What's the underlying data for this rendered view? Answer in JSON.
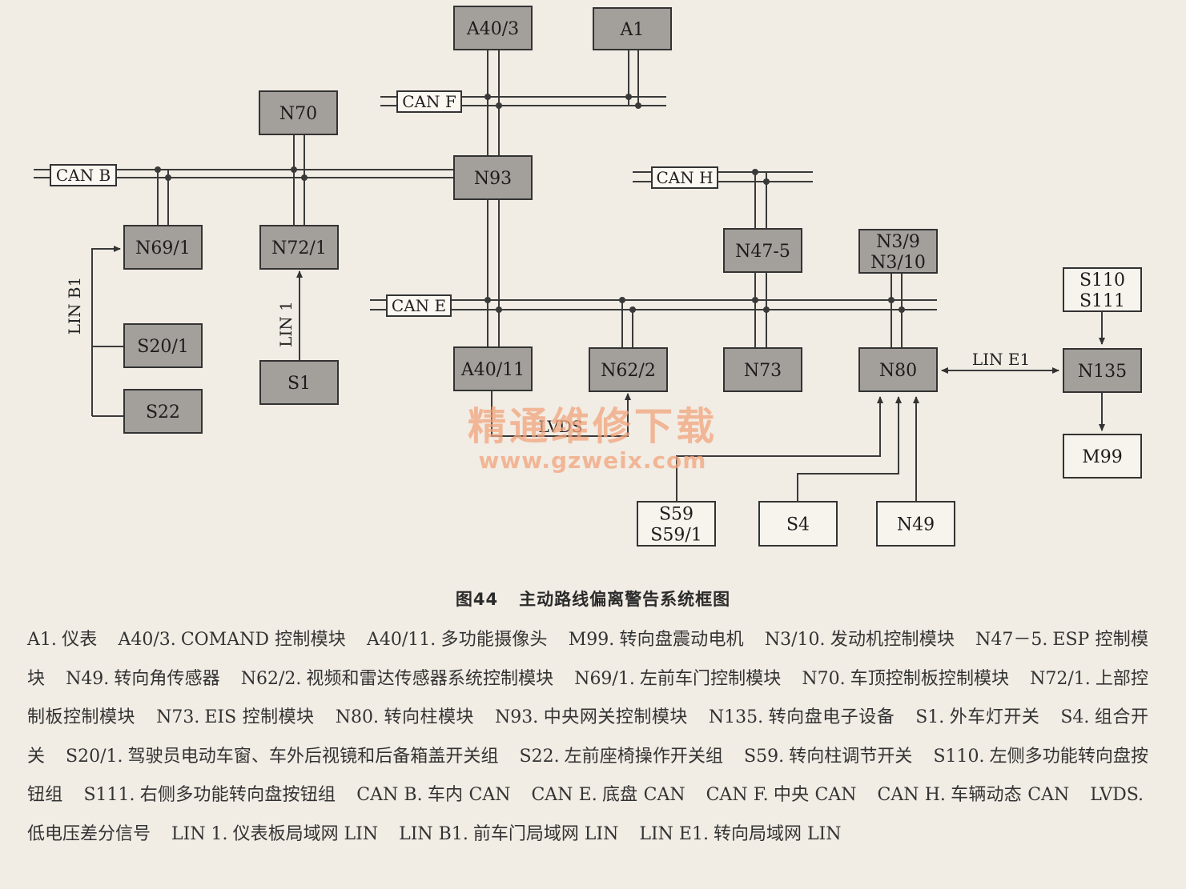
{
  "diagram": {
    "modules": [
      {
        "id": "A40/3",
        "label": "A40/3",
        "style": "shaded"
      },
      {
        "id": "A1",
        "label": "A1",
        "style": "shaded"
      },
      {
        "id": "N70",
        "label": "N70",
        "style": "shaded"
      },
      {
        "id": "N93",
        "label": "N93",
        "style": "shaded"
      },
      {
        "id": "N69/1",
        "label": "N69/1",
        "style": "shaded"
      },
      {
        "id": "N72/1",
        "label": "N72/1",
        "style": "shaded"
      },
      {
        "id": "N47-5",
        "label": "N47-5",
        "style": "shaded"
      },
      {
        "id": "N3/9",
        "label": "N3/9\nN3/10",
        "style": "shaded"
      },
      {
        "id": "S20/1",
        "label": "S20/1",
        "style": "shaded"
      },
      {
        "id": "S22",
        "label": "S22",
        "style": "shaded"
      },
      {
        "id": "S1",
        "label": "S1",
        "style": "shaded"
      },
      {
        "id": "A40/11",
        "label": "A40/11",
        "style": "shaded"
      },
      {
        "id": "N62/2",
        "label": "N62/2",
        "style": "shaded"
      },
      {
        "id": "N73",
        "label": "N73",
        "style": "shaded"
      },
      {
        "id": "N80",
        "label": "N80",
        "style": "shaded"
      },
      {
        "id": "N135",
        "label": "N135",
        "style": "shaded"
      },
      {
        "id": "S110",
        "label": "S110\nS111",
        "style": "plain"
      },
      {
        "id": "M99",
        "label": "M99",
        "style": "plain"
      },
      {
        "id": "S59",
        "label": "S59\nS59/1",
        "style": "plain"
      },
      {
        "id": "S4",
        "label": "S4",
        "style": "plain"
      },
      {
        "id": "N49",
        "label": "N49",
        "style": "plain"
      }
    ],
    "buses": [
      {
        "id": "canF",
        "label": "CAN F"
      },
      {
        "id": "canB",
        "label": "CAN B"
      },
      {
        "id": "canH",
        "label": "CAN H"
      },
      {
        "id": "canE",
        "label": "CAN E"
      }
    ],
    "links": [
      {
        "id": "linB1",
        "label": "LIN B1"
      },
      {
        "id": "lin1",
        "label": "LIN 1"
      },
      {
        "id": "linE1",
        "label": "LIN E1"
      },
      {
        "id": "lvds",
        "label": "LVDS"
      }
    ]
  },
  "watermark": {
    "line1": "精通维修下载",
    "line2": "www.gzweix.com"
  },
  "figure": {
    "number": "图44",
    "title": "主动路线偏离警告系统框图"
  },
  "legend": [
    {
      "code": "A1.",
      "desc": "仪表"
    },
    {
      "code": "A40/3.",
      "desc": "COMAND 控制模块"
    },
    {
      "code": "A40/11.",
      "desc": "多功能摄像头"
    },
    {
      "code": "M99.",
      "desc": "转向盘震动电机"
    },
    {
      "code": "N3/10.",
      "desc": "发动机控制模块"
    },
    {
      "code": "N47－5.",
      "desc": "ESP 控制模块"
    },
    {
      "code": "N49.",
      "desc": "转向角传感器"
    },
    {
      "code": "N62/2.",
      "desc": "视频和雷达传感器系统控制模块"
    },
    {
      "code": "N69/1.",
      "desc": "左前车门控制模块"
    },
    {
      "code": "N70.",
      "desc": "车顶控制板控制模块"
    },
    {
      "code": "N72/1.",
      "desc": "上部控制板控制模块"
    },
    {
      "code": "N73.",
      "desc": "EIS 控制模块"
    },
    {
      "code": "N80.",
      "desc": "转向柱模块"
    },
    {
      "code": "N93.",
      "desc": "中央网关控制模块"
    },
    {
      "code": "N135.",
      "desc": "转向盘电子设备"
    },
    {
      "code": "S1.",
      "desc": "外车灯开关"
    },
    {
      "code": "S4.",
      "desc": "组合开关"
    },
    {
      "code": "S20/1.",
      "desc": "驾驶员电动车窗、车外后视镜和后备箱盖开关组"
    },
    {
      "code": "S22.",
      "desc": "左前座椅操作开关组"
    },
    {
      "code": "S59.",
      "desc": "转向柱调节开关"
    },
    {
      "code": "S110.",
      "desc": "左侧多功能转向盘按钮组"
    },
    {
      "code": "S111.",
      "desc": "右侧多功能转向盘按钮组"
    },
    {
      "code": "CAN B.",
      "desc": "车内 CAN"
    },
    {
      "code": "CAN E.",
      "desc": "底盘 CAN"
    },
    {
      "code": "CAN F.",
      "desc": "中央 CAN"
    },
    {
      "code": "CAN H.",
      "desc": "车辆动态 CAN"
    },
    {
      "code": "LVDS.",
      "desc": "低电压差分信号"
    },
    {
      "code": "LIN 1.",
      "desc": "仪表板局域网 LIN"
    },
    {
      "code": "LIN B1.",
      "desc": "前车门局域网 LIN"
    },
    {
      "code": "LIN E1.",
      "desc": "转向局域网 LIN"
    }
  ],
  "colors": {
    "shaded_box": "#a39f9b",
    "plain_box": "#f7f4ee",
    "line": "#3a3a3a",
    "watermark": "#f2a57d"
  }
}
